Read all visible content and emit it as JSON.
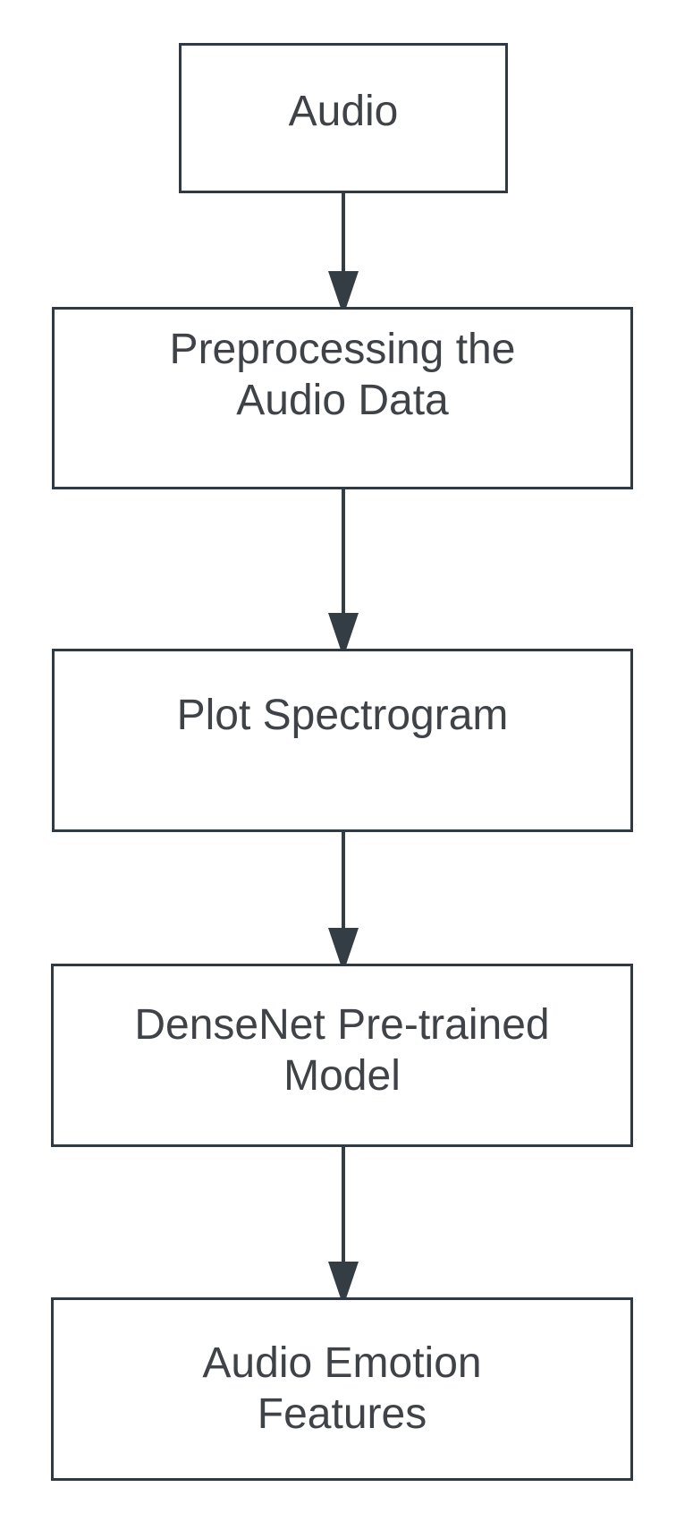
{
  "diagram": {
    "type": "flowchart",
    "direction": "top-down",
    "nodes": [
      {
        "id": "audio",
        "label": "Audio"
      },
      {
        "id": "preprocessing",
        "label": "Preprocessing the Audio Data"
      },
      {
        "id": "plot-spectrogram",
        "label": "Plot Spectrogram"
      },
      {
        "id": "densenet",
        "label": "DenseNet Pre-trained Model"
      },
      {
        "id": "audio-emotion-features",
        "label": "Audio Emotion Features"
      }
    ],
    "edges": [
      {
        "from": "audio",
        "to": "preprocessing"
      },
      {
        "from": "preprocessing",
        "to": "plot-spectrogram"
      },
      {
        "from": "plot-spectrogram",
        "to": "densenet"
      },
      {
        "from": "densenet",
        "to": "audio-emotion-features"
      }
    ],
    "colors": {
      "box_border": "#2f3a44",
      "box_fill": "#ffffff",
      "text": "#3f4347",
      "arrow": "#343c44",
      "background": "#ffffff"
    }
  }
}
